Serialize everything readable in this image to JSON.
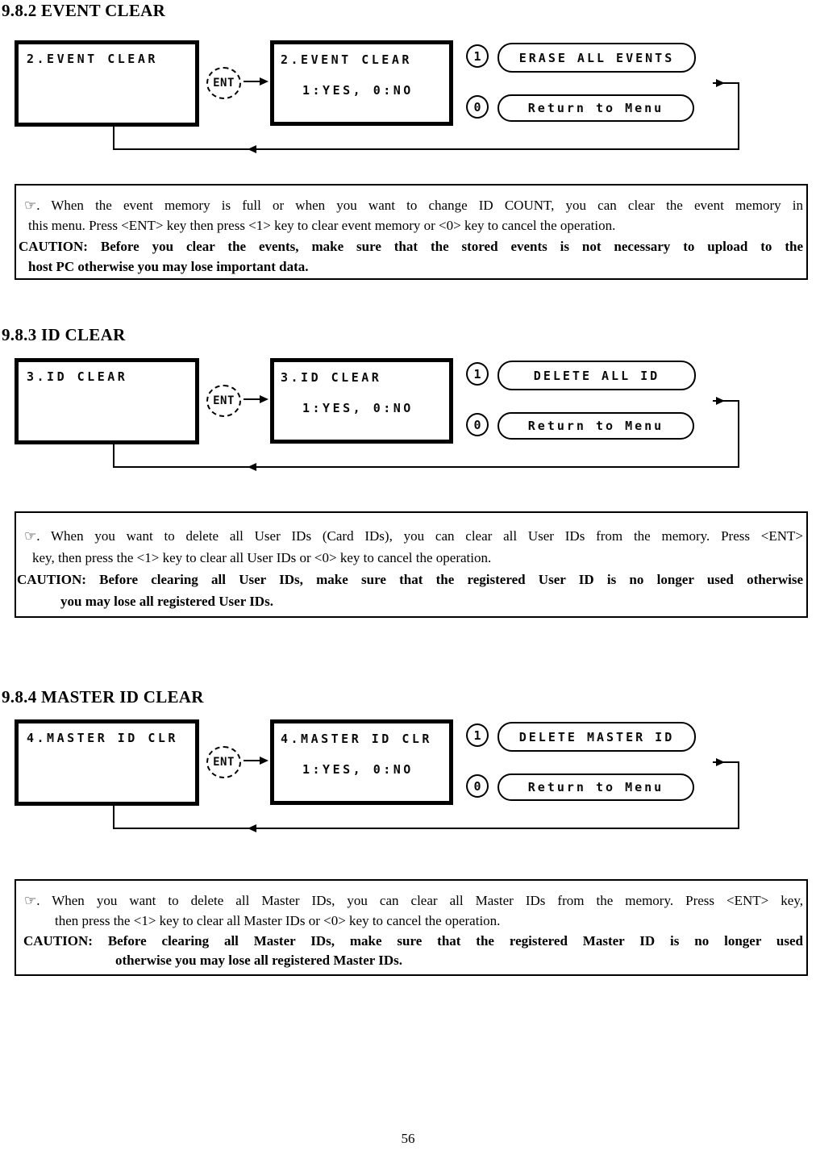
{
  "page_number": "56",
  "sections": [
    {
      "heading": "9.8.2 EVENT CLEAR",
      "diagram": {
        "menu_screen_line": "2.EVENT CLEAR",
        "confirm_screen_line1": "2.EVENT CLEAR",
        "confirm_screen_line2": "1:YES, 0:NO",
        "ent_key": "ENT",
        "key_1": "1",
        "key_0": "0",
        "action_1": "ERASE ALL EVENTS",
        "action_0": "Return to Menu"
      },
      "note": {
        "line1": "☞. When the event memory is full or when you want to change ID COUNT, you can clear the event memory in",
        "line2": "this menu. Press <ENT> key then press <1> key to clear event memory or <0> key to cancel the operation.",
        "caution_line1": "CAUTION: Before you clear the events, make sure that the stored events is not necessary to upload to the",
        "caution_line2": "host PC otherwise you may lose important data."
      }
    },
    {
      "heading": "9.8.3 ID CLEAR",
      "diagram": {
        "menu_screen_line": "3.ID CLEAR",
        "confirm_screen_line1": "3.ID CLEAR",
        "confirm_screen_line2": "1:YES, 0:NO",
        "ent_key": "ENT",
        "key_1": "1",
        "key_0": "0",
        "action_1": "DELETE ALL ID",
        "action_0": "Return to Menu"
      },
      "note": {
        "line1": "☞. When you want to delete all User IDs (Card IDs), you can clear all User IDs from the memory. Press <ENT>",
        "line2": "key, then press the <1> key to clear all User IDs or <0> key to cancel the operation.",
        "caution_line1": "CAUTION: Before clearing all User IDs, make sure that the registered User ID is no longer used otherwise",
        "caution_line2": "you may lose all registered User IDs."
      }
    },
    {
      "heading": "9.8.4 MASTER ID CLEAR",
      "diagram": {
        "menu_screen_line": "4.MASTER ID CLR",
        "confirm_screen_line1": "4.MASTER ID CLR",
        "confirm_screen_line2": "1:YES, 0:NO",
        "ent_key": "ENT",
        "key_1": "1",
        "key_0": "0",
        "action_1": "DELETE MASTER ID",
        "action_0": "Return to Menu"
      },
      "note": {
        "line1": "☞. When you want to delete all Master IDs, you can clear all Master IDs from the memory. Press <ENT> key,",
        "line2": "then press the <1> key to clear all Master IDs or <0> key to cancel the operation.",
        "caution_line1": "CAUTION: Before clearing all Master IDs, make sure that the registered Master ID is no longer used",
        "caution_line2": "otherwise you may lose all registered Master IDs."
      }
    }
  ],
  "ink_color": "#000000",
  "paper_color": "#ffffff"
}
